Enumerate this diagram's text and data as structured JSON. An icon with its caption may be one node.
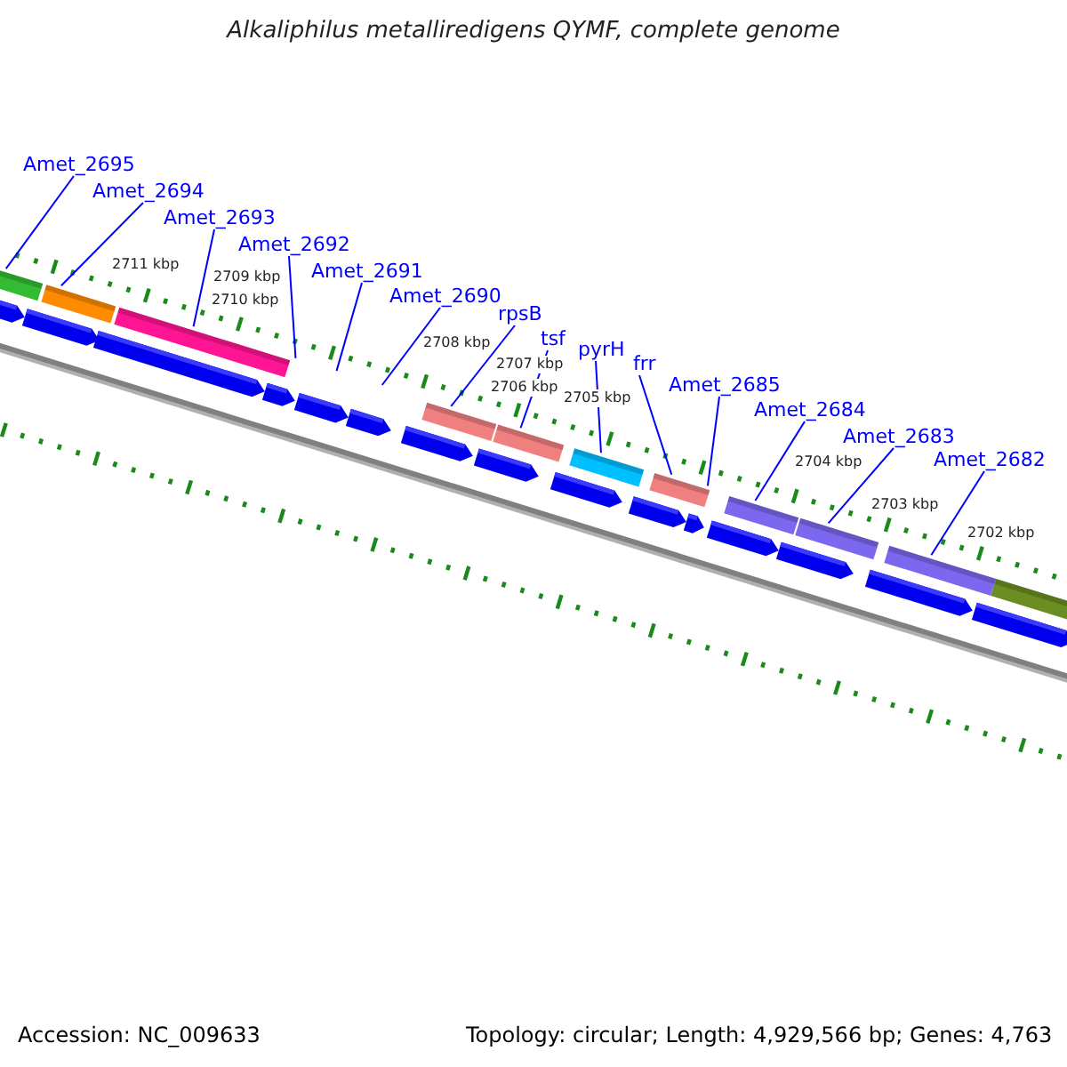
{
  "diagram": {
    "title": "Alkaliphilus metalliredigens QYMF, complete genome",
    "nodes": [
      {
        "text": [
          "Amet_2695"
        ]
      },
      {
        "text": [
          "Amet_2694"
        ]
      },
      {
        "text": [
          "Amet_2693"
        ]
      },
      {
        "text": [
          "Amet_2692"
        ]
      },
      {
        "text": [
          "Amet_2691"
        ]
      },
      {
        "text": [
          "Amet_2690"
        ]
      },
      {
        "text": [
          "rpsB"
        ]
      },
      {
        "text": [
          "tsf"
        ]
      },
      {
        "text": [
          "pyrH"
        ]
      },
      {
        "text": [
          "frr"
        ]
      },
      {
        "text": [
          "Amet_2685"
        ]
      },
      {
        "text": [
          "Amet_2684"
        ]
      },
      {
        "text": [
          "Amet_2683"
        ]
      },
      {
        "text": [
          "Amet_2682"
        ]
      }
    ],
    "edges": [
      {
        "from": 0,
        "to": null,
        "arrow": "none"
      },
      {
        "from": 1,
        "to": null,
        "arrow": "none"
      },
      {
        "from": 2,
        "to": null,
        "arrow": "none"
      },
      {
        "from": 3,
        "to": null,
        "arrow": "none"
      },
      {
        "from": 4,
        "to": null,
        "arrow": "none"
      },
      {
        "from": 5,
        "to": null,
        "arrow": "none"
      },
      {
        "from": 6,
        "to": null,
        "arrow": "none"
      },
      {
        "from": 7,
        "to": null,
        "arrow": "none"
      },
      {
        "from": 8,
        "to": null,
        "arrow": "none"
      },
      {
        "from": 9,
        "to": null,
        "arrow": "none"
      },
      {
        "from": 10,
        "to": null,
        "arrow": "none"
      },
      {
        "from": 11,
        "to": null,
        "arrow": "none"
      },
      {
        "from": 12,
        "to": null,
        "arrow": "none"
      },
      {
        "from": 13,
        "to": null,
        "arrow": "none"
      }
    ],
    "labels": [
      "2711 kbp",
      "2710 kbp",
      "2709 kbp",
      "2708 kbp",
      "2707 kbp",
      "2706 kbp",
      "2705 kbp",
      "2704 kbp",
      "2703 kbp",
      "2702 kbp",
      "Accession: NC_009633",
      "Topology: circular; Length: 4,929,566 bp; Genes: 4,763"
    ]
  }
}
